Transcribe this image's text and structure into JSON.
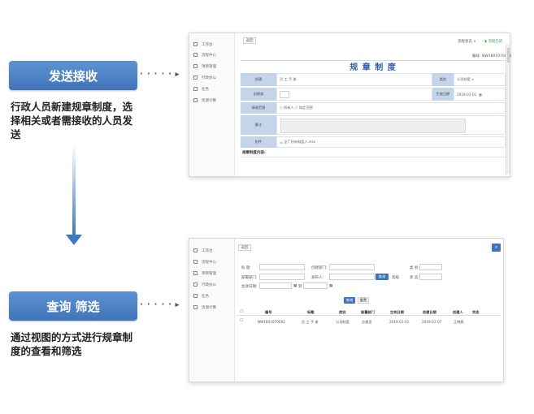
{
  "steps": [
    {
      "label": "发送接收",
      "desc_lines": [
        "行政人员新建规章制度，选",
        "择相关或者需接收的人员发",
        "送"
      ]
    },
    {
      "label": "查询 筛选",
      "desc_lines": [
        "通过视图的方式进行规章制",
        "度的查看和筛选"
      ]
    }
  ],
  "connector": "·····▸",
  "sidebar_items": [
    {
      "label": "工作台",
      "icon": "grid-icon"
    },
    {
      "label": "流程中心",
      "icon": "flow-icon"
    },
    {
      "label": "项目管理",
      "icon": "project-icon"
    },
    {
      "label": "行政办公",
      "icon": "office-icon"
    },
    {
      "label": "任务",
      "icon": "task-icon"
    },
    {
      "label": "资源计算",
      "icon": "resource-icon"
    }
  ],
  "form_window": {
    "back_button": "返回",
    "flow_status": "流程状态 ∨",
    "flow_history": "流程历史",
    "serial_label": "编号:",
    "serial_value": "NW1801070002",
    "title": "规 章 制 度",
    "rows": [
      {
        "label": "创建",
        "value": "员 工 手 册",
        "label2": "类别",
        "value2": "公司制度 ∨"
      },
      {
        "label": "创建部",
        "value": "",
        "label2": "生效日期",
        "value2": "2018-01-01"
      },
      {
        "label": "接收范围",
        "value": "○ 所有人   ○ 指定范围"
      },
      {
        "label": "备注",
        "value": ""
      },
      {
        "label": "附件",
        "value": "全厂所有制度人.xlsx"
      }
    ],
    "footer": "规章制度内容:"
  },
  "list_window": {
    "back_button": "返回",
    "filters": {
      "name_label": "标    题:",
      "creator_label": "创建部门:",
      "dept_label": "部署部门:",
      "publisher_label": "发布人:",
      "date_label": "生效日期:",
      "date_to": "到",
      "category_label": "类    别:",
      "status_label": "状    态:",
      "search_btn": "查询",
      "advanced_btn": "高级",
      "query_btn": "查询",
      "reset_btn": "重置"
    },
    "columns": [
      "编号",
      "标题",
      "类别",
      "部署部门",
      "生效日期",
      "创建日期",
      "创建人",
      "状态"
    ],
    "rows": [
      [
        "NW1801070002",
        "员 工 手 册",
        "公司制度",
        "总裁室",
        "2018-01-01",
        "2018-01-07",
        "王晓燕",
        ""
      ]
    ]
  }
}
